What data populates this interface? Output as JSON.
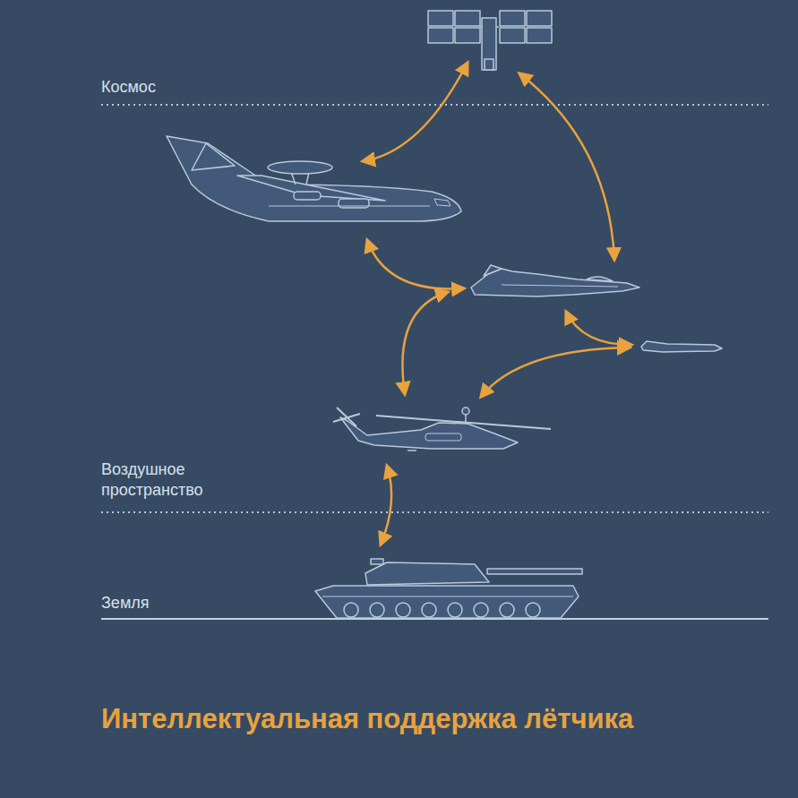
{
  "diagram": {
    "title": "Интеллектуальная поддержка лётчика",
    "labels": [
      "Космос",
      "Воздушное пространство",
      "Земля"
    ]
  }
}
